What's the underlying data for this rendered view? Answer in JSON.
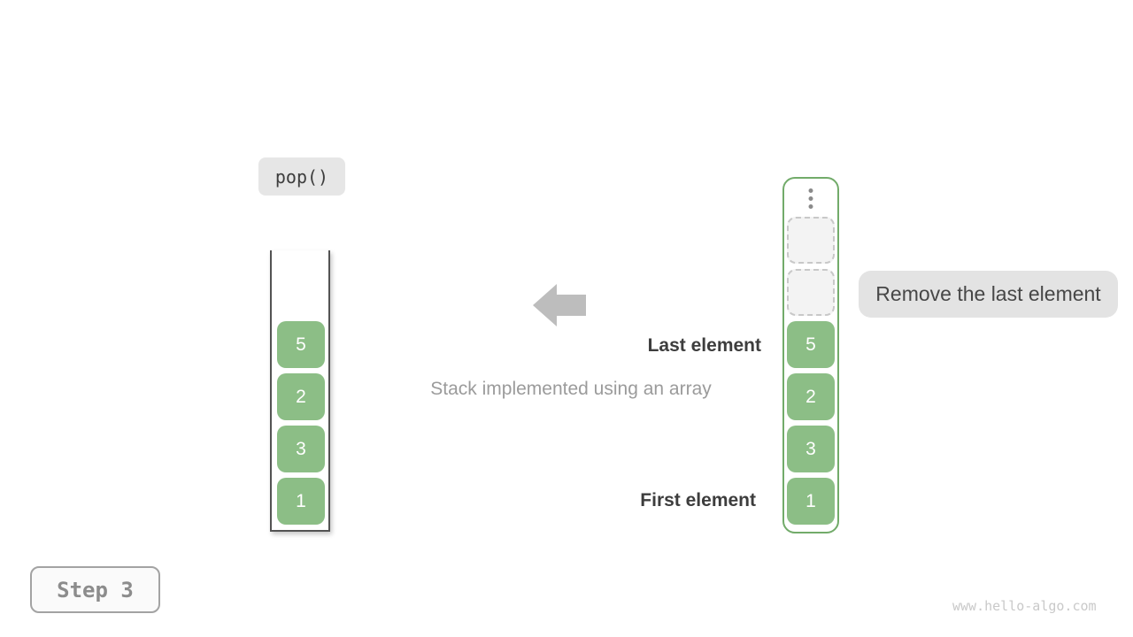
{
  "operation": {
    "label": "pop()"
  },
  "step": {
    "label": "Step 3"
  },
  "watermark": "www.hello-algo.com",
  "annotations": {
    "last_element": "Last element",
    "first_element": "First element",
    "caption": "Stack implemented using an array",
    "remove_note": "Remove the last element"
  },
  "stack_view": {
    "values": [
      "5",
      "2",
      "3",
      "1"
    ]
  },
  "array_view": {
    "values": [
      "5",
      "2",
      "3",
      "1"
    ],
    "empty_slot_count": 2
  },
  "colors": {
    "cell_green": "#8cbe86",
    "array_border_green": "#72ab6a",
    "chip_bg": "#e6e6e6",
    "note_bg": "#e3e3e3",
    "arrow_gray": "#bdbdbd",
    "text_dark": "#3d3d3d",
    "text_gray": "#9b9b9b",
    "watermark_gray": "#c9c9c9"
  }
}
